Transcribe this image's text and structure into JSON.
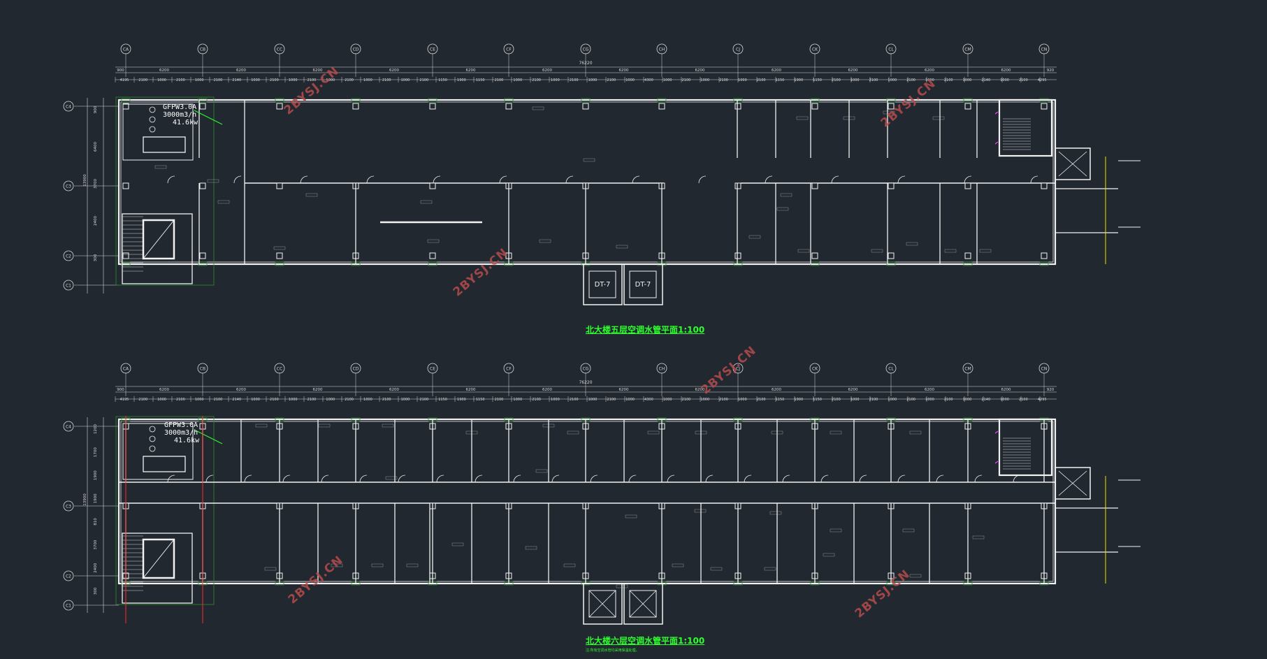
{
  "colors": {
    "background": "#212830",
    "wall": "#f2f2f2",
    "dim": "#d8d8d8",
    "title": "#2cff2c",
    "grid_red": "#ff2a2a",
    "watermark": "#b84c4c",
    "yellow": "#e6e600"
  },
  "column_axis_labels": [
    "CA",
    "CB",
    "CC",
    "CD",
    "CE",
    "CF",
    "CG",
    "CH",
    "CJ",
    "CK",
    "CL",
    "CM",
    "CN"
  ],
  "row_axis_labels": [
    "C4",
    "C3",
    "C2",
    "C1"
  ],
  "overall_dimension": "76220",
  "bay_dimensions": [
    "900",
    "6200",
    "6200",
    "6200",
    "6200",
    "6200",
    "6200",
    "6200",
    "6200",
    "6200",
    "6200",
    "6200",
    "6200",
    "920"
  ],
  "sub_dimensions": [
    "4195",
    "2100",
    "1000",
    "2100",
    "1000",
    "2100",
    "2140",
    "1000",
    "2100",
    "1000",
    "2100",
    "1000",
    "2100",
    "1000",
    "2100",
    "1000",
    "2100",
    "1150",
    "1900",
    "1150",
    "2100",
    "1000",
    "2100",
    "1000",
    "2100",
    "1000",
    "2100",
    "1000",
    "4300",
    "1000",
    "2100",
    "1000",
    "2100",
    "1000",
    "2100",
    "1150",
    "1900",
    "1150",
    "2100",
    "1000",
    "2100",
    "1000",
    "2100",
    "1000",
    "2100",
    "1000",
    "2140",
    "1000",
    "2100",
    "4295"
  ],
  "row_dimensions_top": [
    "900",
    "6400",
    "3700",
    "2400",
    "300"
  ],
  "row_dimensions_bottom": [
    "1200",
    "1700",
    "1900",
    "1900",
    "810",
    "3700",
    "2400",
    "300"
  ],
  "total_depth": "13900",
  "equipment": {
    "model": "GFPW3.0A",
    "airflow": "3000m3/h",
    "power": "41.6kw"
  },
  "elevator_tag": "DT-7",
  "plans": [
    {
      "title": "北大楼五层空调水管平面1:100",
      "note": ""
    },
    {
      "title": "北大楼六层空调水管平面1:100",
      "note": "注:所有空调水管均采用保温处理。"
    }
  ],
  "watermark": "2BYSJ.CN"
}
